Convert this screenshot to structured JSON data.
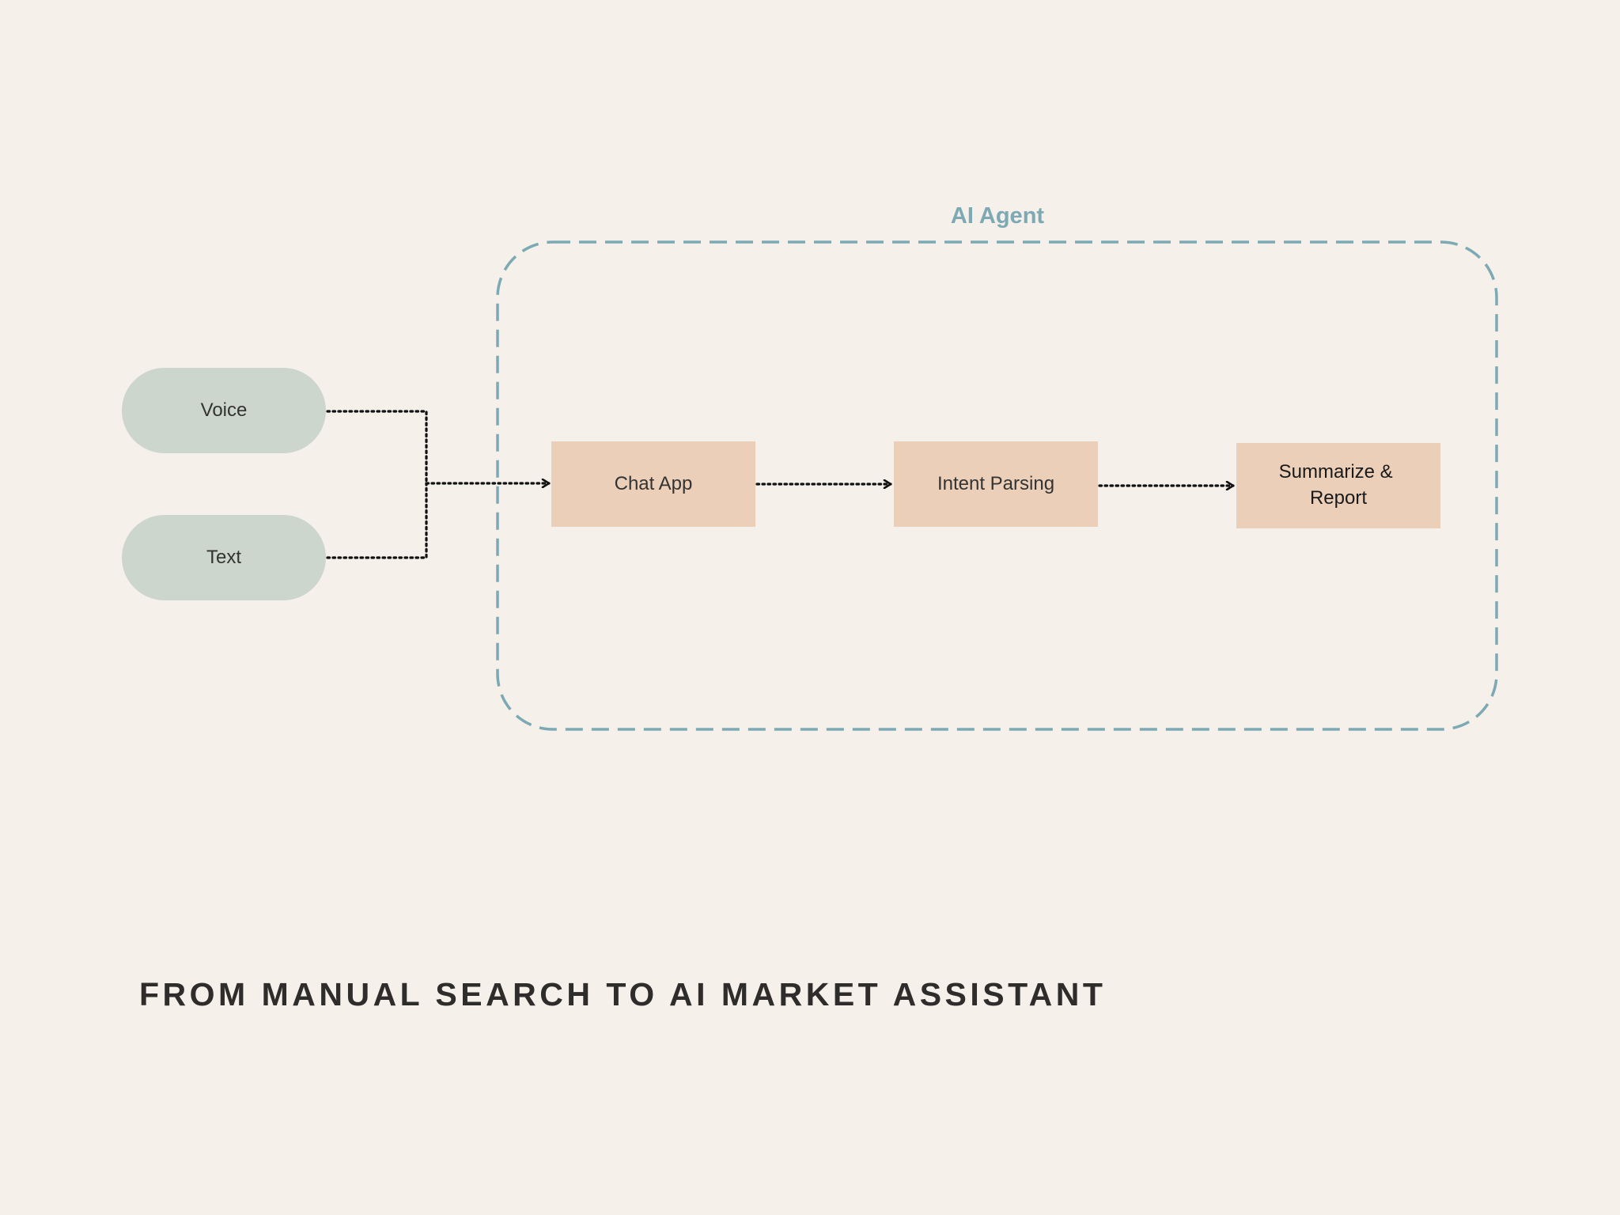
{
  "colors": {
    "background": "#f5f0ea",
    "agent_border": "#7ca9b3",
    "agent_label": "#7ca9b3",
    "input_pill": "#cdd6cc",
    "process_box": "#ebcfb8",
    "connector": "#111111",
    "node_text": "#333333",
    "title_text": "#2f2d2b"
  },
  "container": {
    "label": "AI Agent"
  },
  "inputs": [
    {
      "id": "voice",
      "label": "Voice",
      "icon": "rounded-pill"
    },
    {
      "id": "text",
      "label": "Text",
      "icon": "rounded-pill"
    }
  ],
  "steps": [
    {
      "id": "chat-app",
      "lines": [
        "Chat App"
      ]
    },
    {
      "id": "intent-parsing",
      "lines": [
        "Intent Parsing"
      ]
    },
    {
      "id": "summarize-report",
      "lines": [
        "Summarize &",
        "Report"
      ]
    }
  ],
  "title": "FROM MANUAL SEARCH TO AI MARKET ASSISTANT"
}
